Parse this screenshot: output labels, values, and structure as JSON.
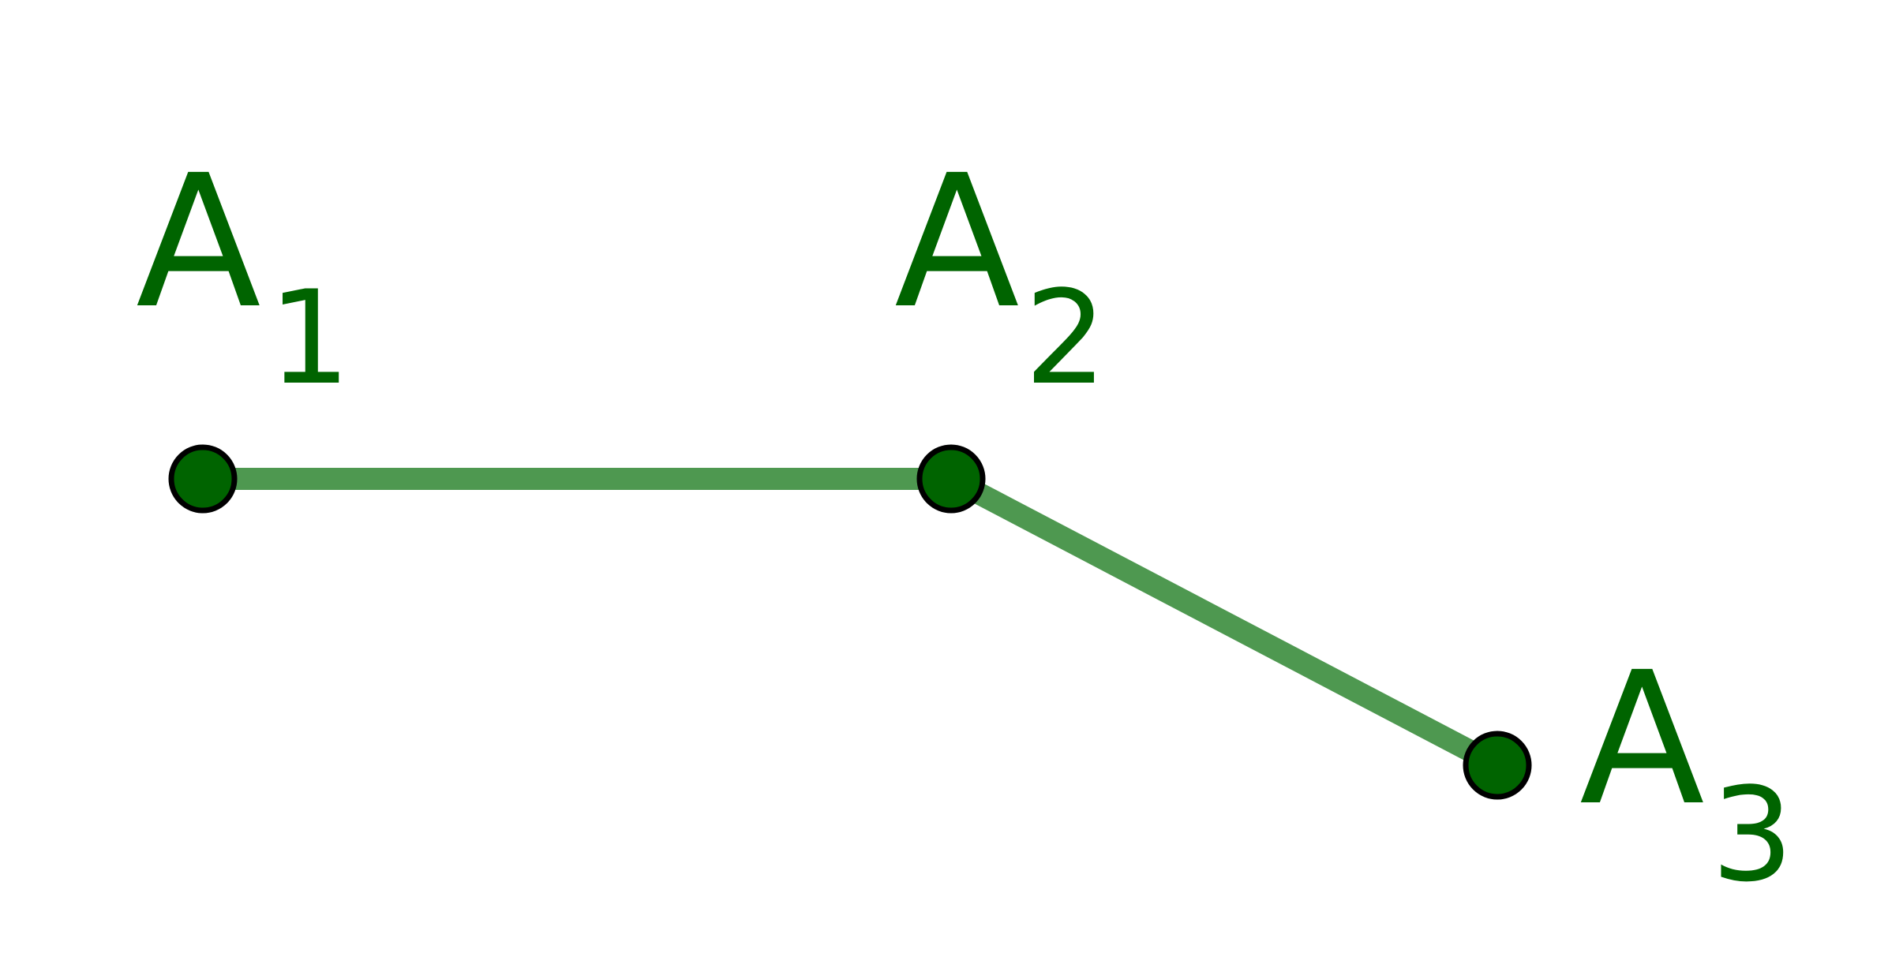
{
  "colors": {
    "point_fill": "#006400",
    "point_stroke": "#000000",
    "segment": "#4E9850",
    "label": "#006400",
    "background": "#ffffff"
  },
  "points": [
    {
      "id": "A1",
      "letter": "A",
      "subscript": "1"
    },
    {
      "id": "A2",
      "letter": "A",
      "subscript": "2"
    },
    {
      "id": "A3",
      "letter": "A",
      "subscript": "3"
    }
  ],
  "segments": [
    {
      "from": "A1",
      "to": "A2"
    },
    {
      "from": "A2",
      "to": "A3"
    }
  ]
}
